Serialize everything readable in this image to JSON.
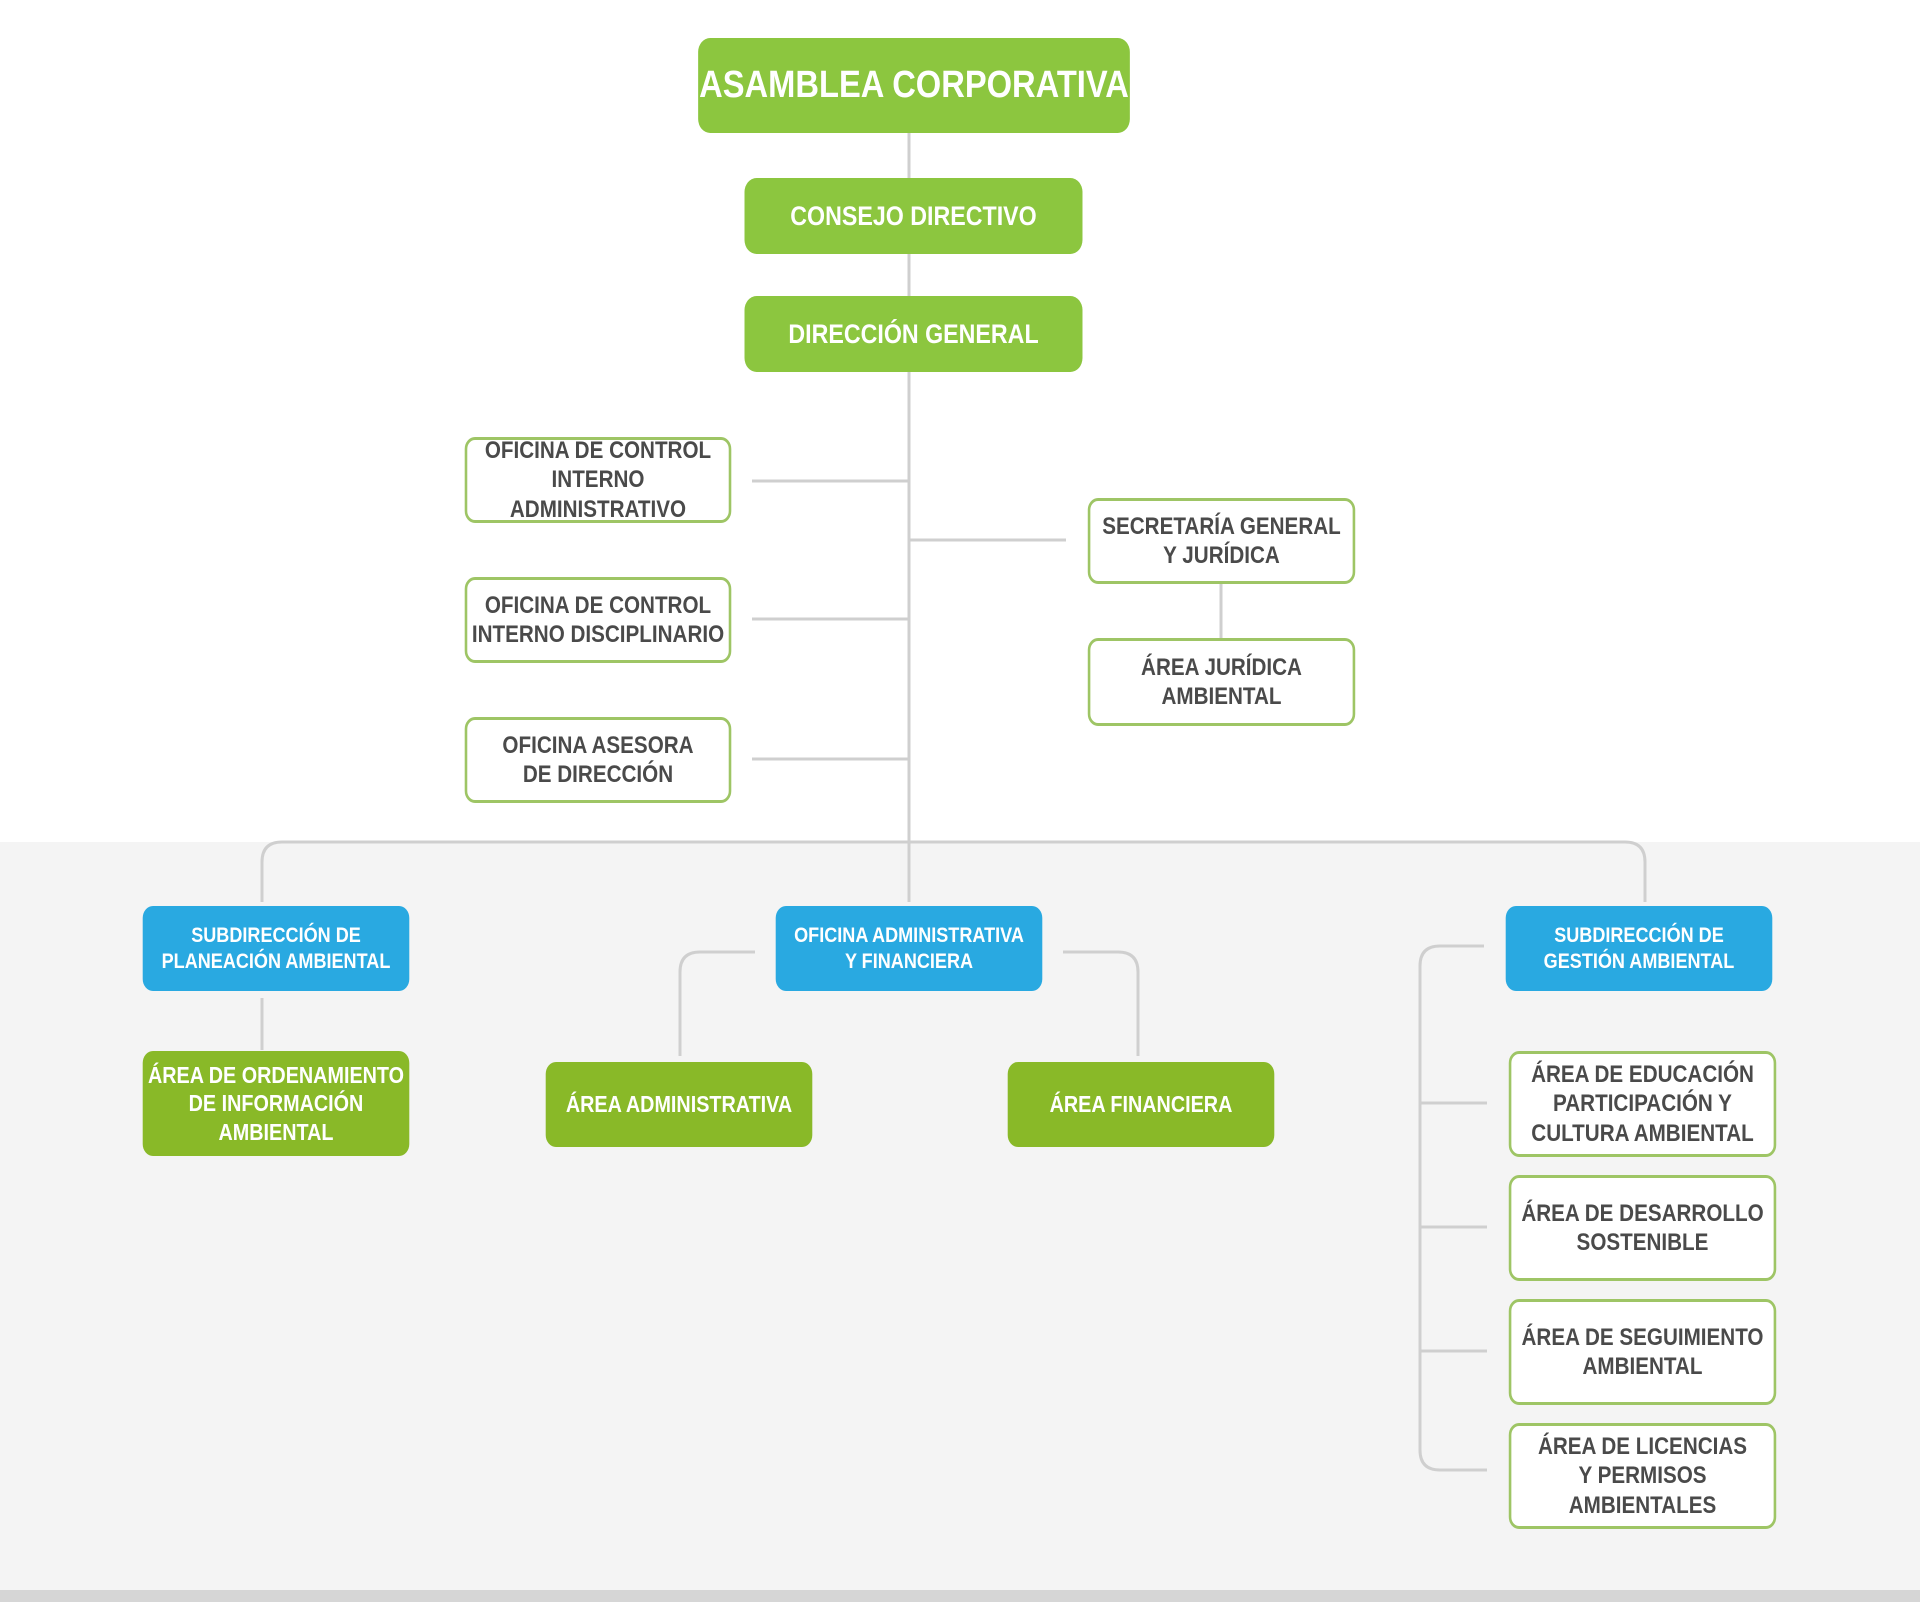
{
  "colors": {
    "green": "#8cc63f",
    "green_dark": "#89b928",
    "blue": "#29a9e1",
    "outline_border": "#9ec565",
    "connector": "#cfcfcf",
    "band": "#f4f4f4"
  },
  "top": {
    "asamblea": "ASAMBLEA CORPORATIVA",
    "consejo": "CONSEJO DIRECTIVO",
    "direccion": "DIRECCIÓN GENERAL"
  },
  "offices_left": [
    "OFICINA DE CONTROL\nINTERNO ADMINISTRATIVO",
    "OFICINA DE CONTROL\nINTERNO DISCIPLINARIO",
    "OFICINA ASESORA\nDE DIRECCIÓN"
  ],
  "offices_right": {
    "secretaria": "SECRETARÍA GENERAL\nY JURÍDICA",
    "area_juridica": "ÁREA JURÍDICA AMBIENTAL"
  },
  "planeacion": {
    "title": "SUBDIRECCIÓN DE\nPLANEACIÓN AMBIENTAL",
    "area": "ÁREA DE ORDENAMIENTO\nDE INFORMACIÓN\nAMBIENTAL"
  },
  "administrativa": {
    "title": "OFICINA ADMINISTRATIVA\nY FINANCIERA",
    "area_admin": "ÁREA ADMINISTRATIVA",
    "area_fin": "ÁREA FINANCIERA"
  },
  "gestion": {
    "title": "SUBDIRECCIÓN DE\nGESTIÓN AMBIENTAL",
    "areas": [
      "ÁREA DE EDUCACIÓN\nPARTICIPACIÓN Y\nCULTURA AMBIENTAL",
      "ÁREA DE DESARROLLO\nSOSTENIBLE",
      "ÁREA DE SEGUIMIENTO\nAMBIENTAL",
      "ÁREA DE LICENCIAS\nY PERMISOS\nAMBIENTALES"
    ]
  }
}
